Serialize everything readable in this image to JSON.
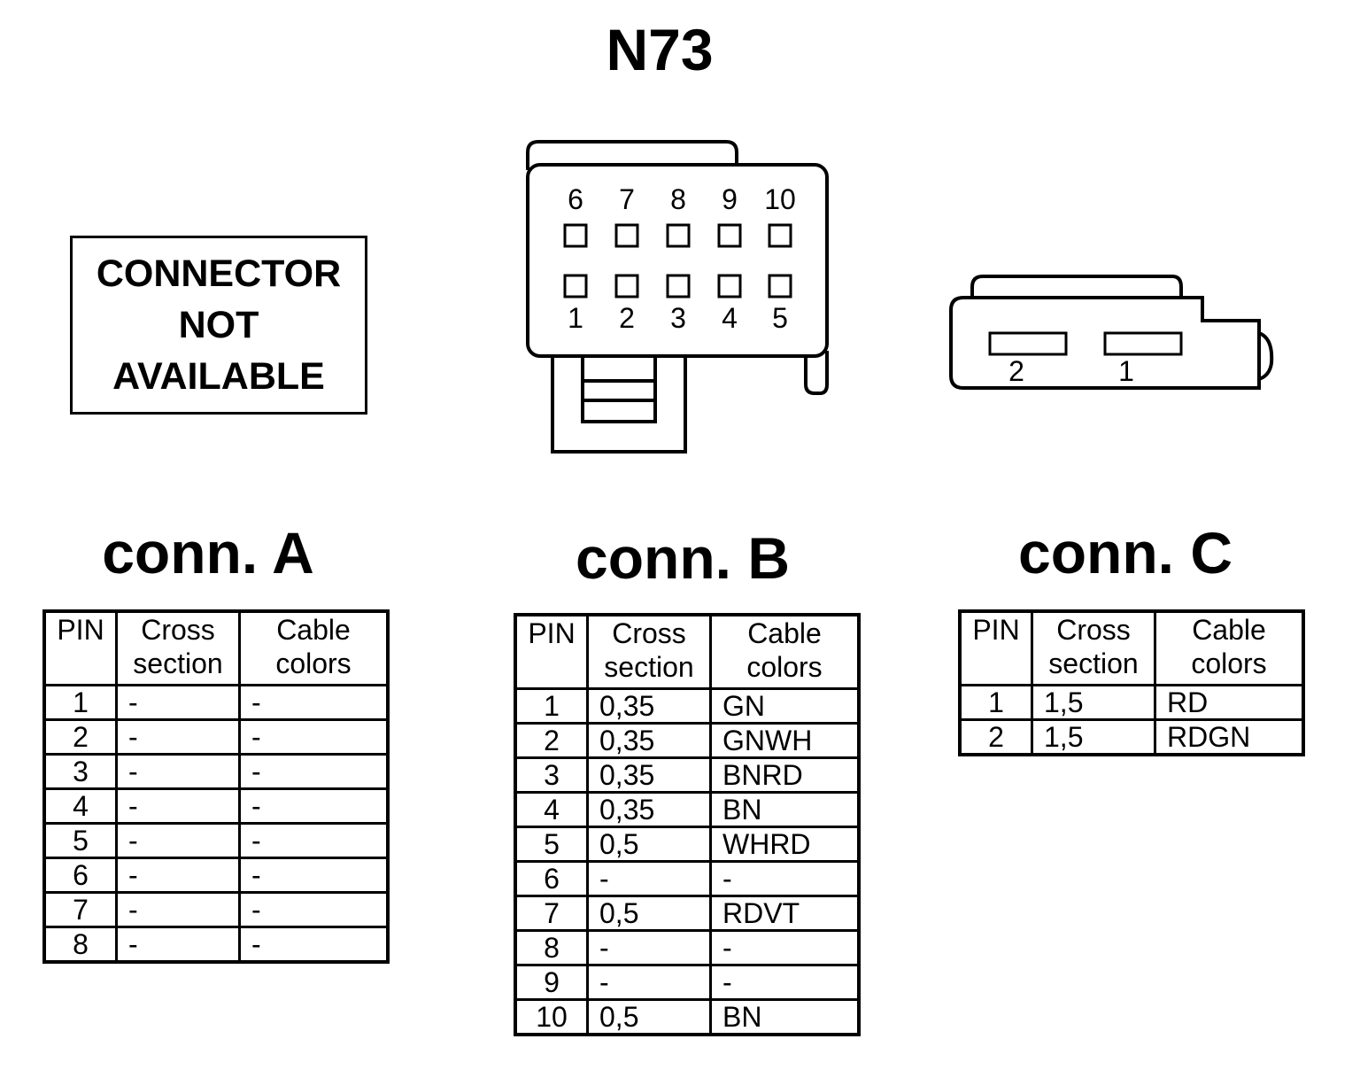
{
  "title": "N73",
  "not_available": [
    "CONNECTOR",
    "NOT",
    "AVAILABLE"
  ],
  "connector_b_pins": {
    "top": [
      "6",
      "7",
      "8",
      "9",
      "10"
    ],
    "bottom": [
      "1",
      "2",
      "3",
      "4",
      "5"
    ]
  },
  "connector_c_pins": [
    "2",
    "1"
  ],
  "columns": [
    "PIN",
    "Cross\nsection",
    "Cable\ncolors"
  ],
  "conn_a": {
    "heading": "conn. A",
    "rows": [
      {
        "pin": "1",
        "cross": "-",
        "color": "-"
      },
      {
        "pin": "2",
        "cross": "-",
        "color": "-"
      },
      {
        "pin": "3",
        "cross": "-",
        "color": "-"
      },
      {
        "pin": "4",
        "cross": "-",
        "color": "-"
      },
      {
        "pin": "5",
        "cross": "-",
        "color": "-"
      },
      {
        "pin": "6",
        "cross": "-",
        "color": "-"
      },
      {
        "pin": "7",
        "cross": "-",
        "color": "-"
      },
      {
        "pin": "8",
        "cross": "-",
        "color": "-"
      }
    ]
  },
  "conn_b": {
    "heading": "conn. B",
    "rows": [
      {
        "pin": "1",
        "cross": "0,35",
        "color": "GN"
      },
      {
        "pin": "2",
        "cross": "0,35",
        "color": "GNWH"
      },
      {
        "pin": "3",
        "cross": "0,35",
        "color": "BNRD"
      },
      {
        "pin": "4",
        "cross": "0,35",
        "color": "BN"
      },
      {
        "pin": "5",
        "cross": "0,5",
        "color": "WHRD"
      },
      {
        "pin": "6",
        "cross": "-",
        "color": "-"
      },
      {
        "pin": "7",
        "cross": "0,5",
        "color": "RDVT"
      },
      {
        "pin": "8",
        "cross": "-",
        "color": "-"
      },
      {
        "pin": "9",
        "cross": "-",
        "color": "-"
      },
      {
        "pin": "10",
        "cross": "0,5",
        "color": "BN"
      }
    ]
  },
  "conn_c": {
    "heading": "conn. C",
    "rows": [
      {
        "pin": "1",
        "cross": "1,5",
        "color": "RD"
      },
      {
        "pin": "2",
        "cross": "1,5",
        "color": "RDGN"
      }
    ]
  }
}
